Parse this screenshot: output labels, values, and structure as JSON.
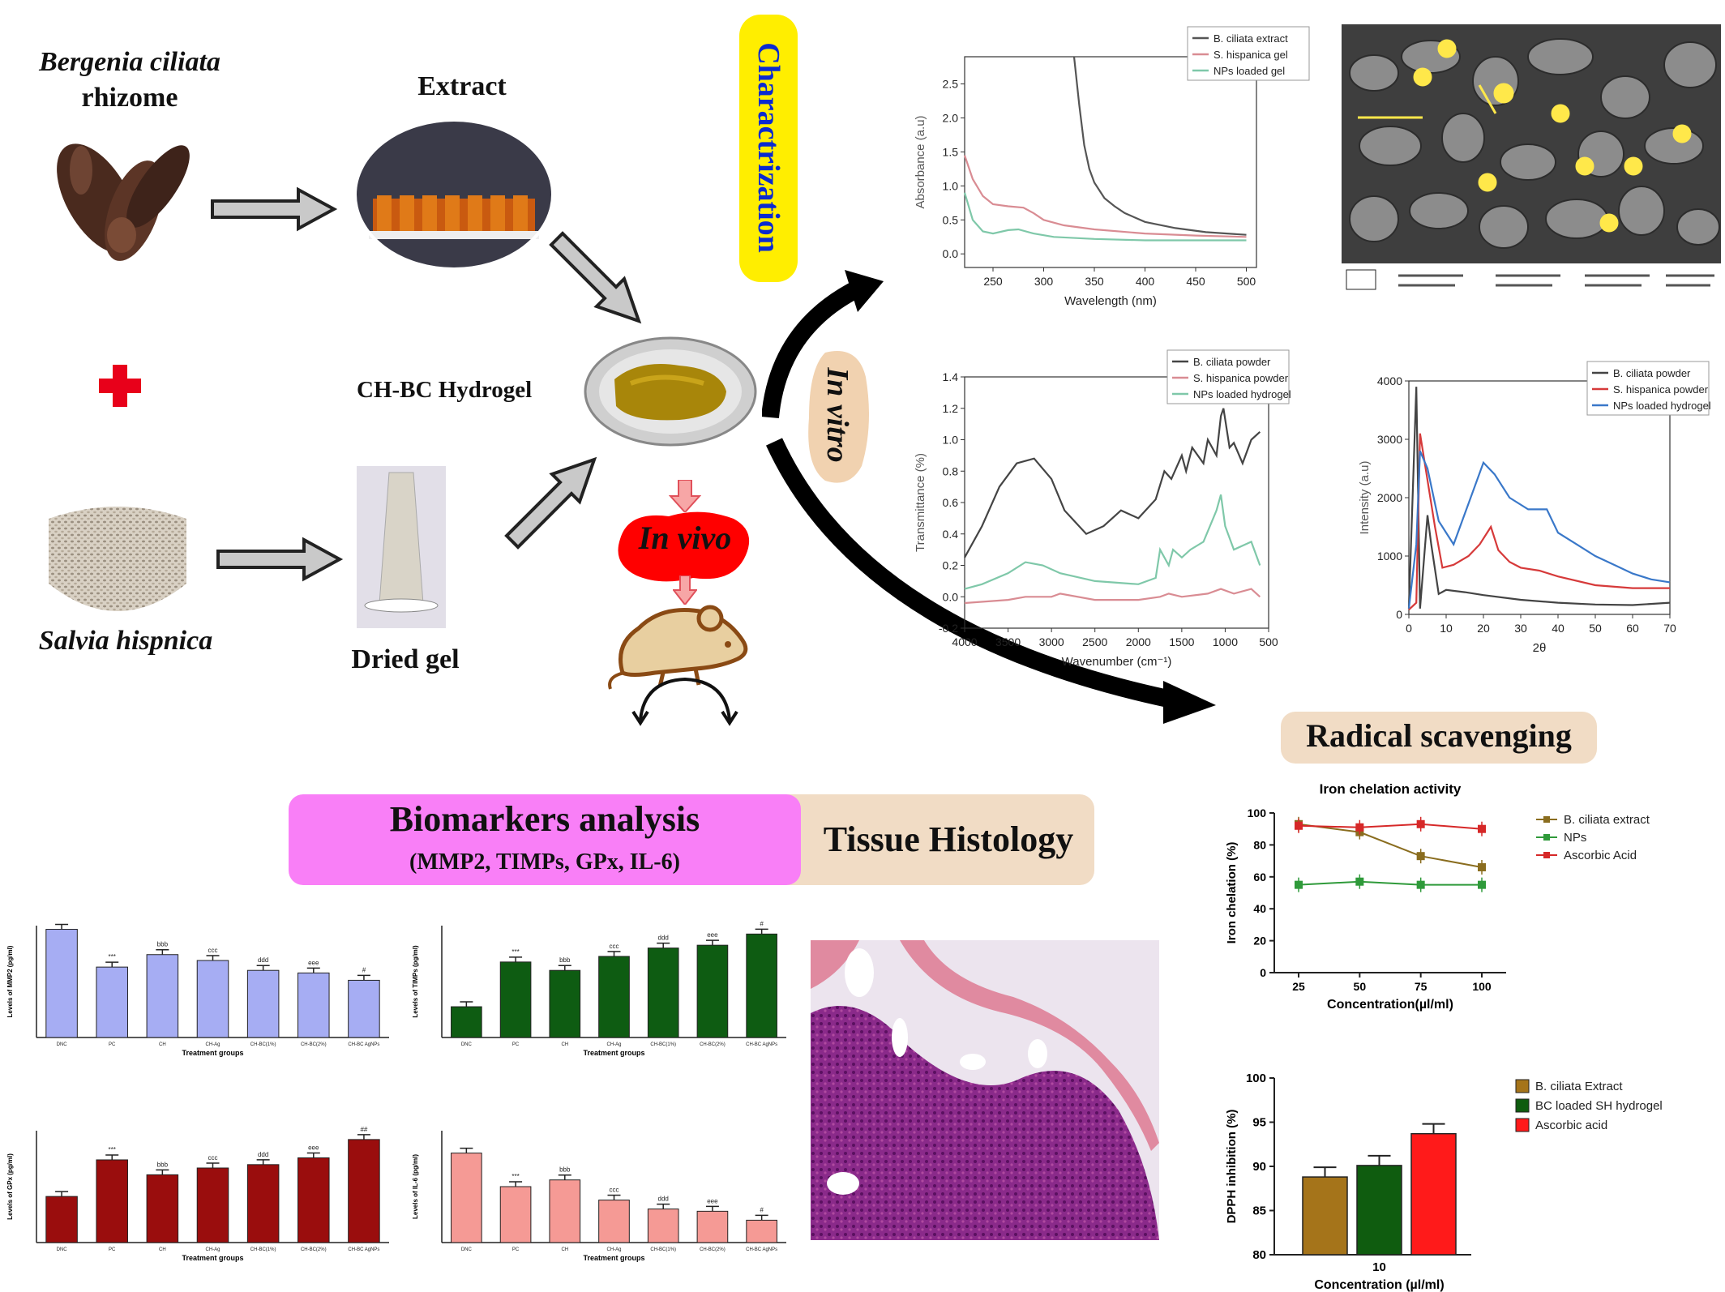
{
  "labels": {
    "bergenia_line1": "Bergenia ciliata",
    "bergenia_line2": "rhizome",
    "extract": "Extract",
    "salvia": "Salvia hispnica",
    "dried_gel": "Dried gel",
    "hydrogel": "CH-BC Hydrogel",
    "characterization": "Charactrization",
    "in_vitro": "In vitro",
    "in_vivo": "In vivo",
    "radical_scavenging": "Radical scavenging",
    "biomarkers_title": "Biomarkers analysis",
    "biomarkers_sub": "(MMP2, TIMPs, GPx, IL-6)",
    "tissue_histology": "Tissue Histology"
  },
  "colors": {
    "yellow_box": "#ffee00",
    "tan_box": "#f1dcc5",
    "pink_box": "#f97ff7",
    "red_accent": "#e8001a",
    "black_arrow": "#000000",
    "grey_arrow": "#c9c9c9"
  },
  "icons": [
    "red-cross-icon",
    "mouse-icon",
    "arrow-icon",
    "circular-arrow-icon"
  ],
  "chart_data": [
    {
      "id": "uv",
      "type": "line",
      "xlabel": "Wavelength (nm)",
      "ylabel": "Absorbance (a.u)",
      "xlim": [
        222,
        510
      ],
      "ylim": [
        -0.2,
        2.9
      ],
      "xticks": [
        "250",
        "300",
        "350",
        "400",
        "450",
        "500"
      ],
      "yticks": [
        "0.0",
        "0.5",
        "1.0",
        "1.5",
        "2.0",
        "2.5"
      ],
      "series": [
        {
          "name": "B. ciliata extract",
          "color": "#555555",
          "x": [
            330,
            335,
            340,
            345,
            350,
            360,
            370,
            380,
            400,
            430,
            460,
            500
          ],
          "y": [
            2.9,
            2.2,
            1.6,
            1.25,
            1.05,
            0.82,
            0.7,
            0.6,
            0.47,
            0.38,
            0.32,
            0.28
          ]
        },
        {
          "name": "S. hispanica gel",
          "color": "#d98c93",
          "x": [
            222,
            230,
            240,
            250,
            265,
            280,
            290,
            300,
            320,
            350,
            400,
            450,
            500
          ],
          "y": [
            1.45,
            1.1,
            0.85,
            0.73,
            0.7,
            0.68,
            0.6,
            0.5,
            0.42,
            0.36,
            0.3,
            0.27,
            0.25
          ]
        },
        {
          "name": "NPs loaded gel",
          "color": "#7fc8a9",
          "x": [
            222,
            230,
            240,
            250,
            265,
            275,
            290,
            310,
            350,
            400,
            450,
            500
          ],
          "y": [
            0.9,
            0.5,
            0.33,
            0.3,
            0.35,
            0.36,
            0.3,
            0.25,
            0.22,
            0.2,
            0.2,
            0.2
          ]
        }
      ]
    },
    {
      "id": "ftir",
      "type": "line",
      "xlabel": "Wavenumber (cm⁻¹)",
      "ylabel": "Transmittance (%)",
      "xlim": [
        4000,
        500
      ],
      "ylim": [
        -0.2,
        1.4
      ],
      "xticks": [
        "4000",
        "3500",
        "3000",
        "2500",
        "2000",
        "1500",
        "1000",
        "500"
      ],
      "yticks": [
        "-0.2",
        "0.0",
        "0.2",
        "0.4",
        "0.6",
        "0.8",
        "1.0",
        "1.2",
        "1.4"
      ],
      "series": [
        {
          "name": "B. ciliata powder",
          "color": "#444444",
          "x": [
            4000,
            3800,
            3600,
            3400,
            3200,
            3000,
            2850,
            2600,
            2400,
            2200,
            2000,
            1800,
            1700,
            1620,
            1500,
            1450,
            1380,
            1250,
            1200,
            1100,
            1050,
            1020,
            950,
            900,
            800,
            700,
            600
          ],
          "y": [
            0.25,
            0.45,
            0.7,
            0.85,
            0.88,
            0.75,
            0.55,
            0.4,
            0.45,
            0.55,
            0.5,
            0.62,
            0.8,
            0.75,
            0.9,
            0.8,
            0.95,
            0.85,
            1.0,
            0.9,
            1.15,
            1.2,
            0.95,
            0.98,
            0.85,
            1.0,
            1.05
          ]
        },
        {
          "name": "S. hispanica powder",
          "color": "#d98c93",
          "x": [
            4000,
            3500,
            3300,
            3000,
            2900,
            2500,
            2000,
            1750,
            1650,
            1500,
            1200,
            1050,
            900,
            700,
            600
          ],
          "y": [
            -0.04,
            -0.02,
            0.0,
            0.0,
            0.02,
            -0.02,
            -0.02,
            0.0,
            0.02,
            0.0,
            0.02,
            0.05,
            0.02,
            0.05,
            0.0
          ]
        },
        {
          "name": "NPs loaded hydrogel",
          "color": "#7fc8a9",
          "x": [
            4000,
            3800,
            3500,
            3300,
            3100,
            2900,
            2500,
            2000,
            1800,
            1750,
            1650,
            1600,
            1500,
            1400,
            1250,
            1100,
            1050,
            1000,
            900,
            700,
            600
          ],
          "y": [
            0.05,
            0.08,
            0.15,
            0.22,
            0.2,
            0.15,
            0.1,
            0.08,
            0.12,
            0.3,
            0.2,
            0.3,
            0.25,
            0.3,
            0.35,
            0.55,
            0.65,
            0.45,
            0.3,
            0.35,
            0.2
          ]
        }
      ]
    },
    {
      "id": "xrd",
      "type": "line",
      "xlabel": "2θ",
      "ylabel": "Intensity (a.u)",
      "xlim": [
        0,
        70
      ],
      "ylim": [
        0,
        4000
      ],
      "xticks": [
        "0",
        "10",
        "20",
        "30",
        "40",
        "50",
        "60",
        "70"
      ],
      "yticks": [
        "0",
        "1000",
        "2000",
        "3000",
        "4000"
      ],
      "series": [
        {
          "name": "B. ciliata powder",
          "color": "#444444",
          "x": [
            0,
            2,
            3,
            5,
            6,
            8,
            10,
            15,
            20,
            30,
            40,
            50,
            60,
            70
          ],
          "y": [
            100,
            3900,
            100,
            1700,
            1200,
            350,
            420,
            380,
            330,
            250,
            200,
            170,
            160,
            200
          ]
        },
        {
          "name": "S. hispanica powder",
          "color": "#d63a3a",
          "x": [
            0,
            2,
            3,
            5,
            7,
            9,
            12,
            16,
            19,
            22,
            24,
            27,
            30,
            35,
            40,
            50,
            60,
            70
          ],
          "y": [
            80,
            200,
            3100,
            2300,
            1500,
            800,
            850,
            1000,
            1200,
            1500,
            1100,
            900,
            800,
            750,
            650,
            500,
            450,
            450
          ]
        },
        {
          "name": "NPs loaded hydrogel",
          "color": "#3a78c9",
          "x": [
            0,
            2,
            3,
            5,
            8,
            12,
            16,
            20,
            23,
            27,
            32,
            37,
            40,
            45,
            50,
            55,
            60,
            65,
            70
          ],
          "y": [
            100,
            1200,
            2800,
            2500,
            1600,
            1200,
            1900,
            2600,
            2400,
            2000,
            1800,
            1800,
            1400,
            1200,
            1000,
            850,
            700,
            600,
            550
          ]
        }
      ]
    },
    {
      "id": "iron",
      "type": "line",
      "title": "Iron chelation activity",
      "xlabel": "Concentration(µl/ml)",
      "ylabel": "Iron chelation (%)",
      "ylim": [
        0,
        100
      ],
      "categories": [
        "25",
        "50",
        "75",
        "100"
      ],
      "yticks": [
        "0",
        "20",
        "40",
        "60",
        "80",
        "100"
      ],
      "series": [
        {
          "name": "B. ciliata extract",
          "color": "#8a6d1f",
          "values": [
            93,
            88,
            73,
            66
          ]
        },
        {
          "name": "NPs",
          "color": "#2f9a3a",
          "values": [
            55,
            57,
            55,
            55
          ]
        },
        {
          "name": "Ascorbic Acid",
          "color": "#d62828",
          "values": [
            92,
            91,
            93,
            90
          ]
        }
      ]
    },
    {
      "id": "dpph",
      "type": "bar",
      "xlabel": "Concentration (µl/ml)",
      "ylabel": "DPPH inhibition (%)",
      "categories": [
        "10"
      ],
      "ylim": [
        80,
        100
      ],
      "yticks": [
        "80",
        "85",
        "90",
        "95",
        "100"
      ],
      "series": [
        {
          "name": "B. ciliata Extract",
          "color": "#a5741a",
          "values": [
            88.8
          ]
        },
        {
          "name": "BC loaded SH hydrogel",
          "color": "#0f5c0f",
          "values": [
            90.1
          ]
        },
        {
          "name": "Ascorbic acid",
          "color": "#ff1a1a",
          "values": [
            93.7
          ]
        }
      ]
    },
    {
      "id": "mmp2",
      "type": "bar",
      "xlabel": "Treatment groups",
      "ylabel": "Levels of MMP2 (pg/ml)",
      "color": "#a6adf3",
      "categories": [
        "DNC",
        "PC",
        "CH",
        "CH-Ag",
        "CH-BC(1%)",
        "CH-BC(2%)",
        "CH-BC AgNPs"
      ],
      "values": [
        295,
        192,
        226,
        210,
        183,
        176,
        156
      ],
      "ylim": [
        0,
        305
      ],
      "marks": [
        "",
        "***",
        "bbb",
        "ccc",
        "ddd",
        "eee",
        "#"
      ]
    },
    {
      "id": "timps",
      "type": "bar",
      "xlabel": "Treatment groups",
      "ylabel": "Levels of TIMPs (pg/ml)",
      "color": "#0e5c12",
      "categories": [
        "DNC",
        "PC",
        "CH",
        "CH-Ag",
        "CH-BC(1%)",
        "CH-BC(2%)",
        "CH-BC AgNPs"
      ],
      "values": [
        55,
        135,
        120,
        145,
        160,
        165,
        185
      ],
      "ylim": [
        0,
        200
      ],
      "marks": [
        "",
        "***",
        "bbb",
        "ccc",
        "ddd",
        "eee",
        "#"
      ]
    },
    {
      "id": "gpx",
      "type": "bar",
      "xlabel": "Treatment groups",
      "ylabel": "Levels of GPx (pg/ml)",
      "color": "#9a0d0d",
      "categories": [
        "DNC",
        "PC",
        "CH",
        "CH-Ag",
        "CH-BC(1%)",
        "CH-BC(2%)",
        "CH-BC AgNPs"
      ],
      "values": [
        68,
        122,
        100,
        110,
        115,
        125,
        152
      ],
      "ylim": [
        0,
        165
      ],
      "marks": [
        "",
        "***",
        "bbb",
        "ccc",
        "ddd",
        "eee",
        "##"
      ]
    },
    {
      "id": "il6",
      "type": "bar",
      "xlabel": "Treatment groups",
      "ylabel": "Levels of IL-6 (pg/ml)",
      "color": "#f59a95",
      "categories": [
        "DNC",
        "PC",
        "CH",
        "CH-Ag",
        "CH-BC(1%)",
        "CH-BC(2%)",
        "CH-BC AgNPs"
      ],
      "values": [
        40,
        25,
        28,
        19,
        15,
        14,
        10
      ],
      "ylim": [
        0,
        50
      ],
      "marks": [
        "",
        "***",
        "bbb",
        "ccc",
        "ddd",
        "eee",
        "#"
      ]
    }
  ]
}
